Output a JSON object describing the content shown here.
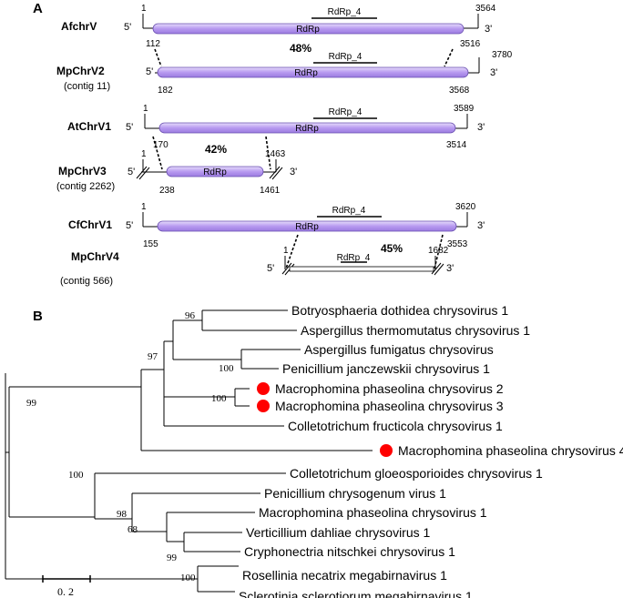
{
  "panel_a": {
    "label": "A",
    "genomes": [
      {
        "name": "AfchrV",
        "sub": "",
        "five_prime": "5'",
        "three_prime": "3'",
        "start": "1",
        "end": "3564",
        "orf_start": "112",
        "orf_end": "3516",
        "rdrp": "RdRp",
        "domain": "RdRp_4"
      },
      {
        "name": "MpChrV2",
        "sub": "(contig 11)",
        "five_prime": "5'",
        "three_prime": "3'",
        "start": "",
        "end": "3780",
        "orf_start": "182",
        "orf_end": "3568",
        "rdrp": "RdRp",
        "domain": "RdRp_4"
      },
      {
        "name": "AtChrV1",
        "sub": "",
        "five_prime": "5'",
        "three_prime": "3'",
        "start": "1",
        "end": "3589",
        "orf_start": "170",
        "orf_end": "3514",
        "rdrp": "RdRp",
        "domain": "RdRp_4"
      },
      {
        "name": "MpChrV3",
        "sub": "(contig 2262)",
        "five_prime": "5'",
        "three_prime": "3'",
        "start": "1",
        "end": "1463",
        "orf_start": "238",
        "orf_end": "1461",
        "rdrp": "RdRp",
        "domain": ""
      },
      {
        "name": "CfChrV1",
        "sub": "",
        "five_prime": "5'",
        "three_prime": "3'",
        "start": "1",
        "end": "3620",
        "orf_start": "155",
        "orf_end": "3553",
        "rdrp": "RdRp",
        "domain": "RdRp_4"
      },
      {
        "name": "MpChrV4",
        "sub": "(contig 566)",
        "five_prime": "5'",
        "three_prime": "3'",
        "start": "1",
        "end": "1682",
        "orf_start": "",
        "orf_end": "",
        "rdrp": "",
        "domain": "RdRp_4"
      }
    ],
    "identities": [
      "48%",
      "42%",
      "45%"
    ]
  },
  "panel_b": {
    "label": "B",
    "taxa": [
      "Botryosphaeria dothidea chrysovirus 1",
      "Aspergillus thermomutatus chrysovirus 1",
      "Aspergillus fumigatus chrysovirus",
      "Penicillium janczewskii chrysovirus 1",
      "Macrophomina phaseolina chrysovirus 2",
      "Macrophomina phaseolina chrysovirus 3",
      "Colletotrichum fructicola chrysovirus 1",
      "Macrophomina phaseolina chrysovirus 4",
      "Colletotrichum gloeosporioides chrysovirus 1",
      "Penicillium chrysogenum virus 1",
      "Macrophomina phaseolina chrysovirus 1",
      "Verticillium dahliae chrysovirus 1",
      "Cryphonectria nitschkei chrysovirus 1",
      "Rosellinia necatrix megabirnavirus 1",
      "Sclerotinia sclerotiorum megabirnavirus 1"
    ],
    "highlighted": [
      4,
      5,
      7
    ],
    "highlight_color": "#ff0000",
    "bootstraps": [
      "96",
      "100",
      "97",
      "100",
      "99",
      "100",
      "98",
      "68",
      "99",
      "100"
    ],
    "scale_label": "0. 2"
  },
  "colors": {
    "orf_fill": "#c8aef5",
    "orf_stroke": "#6a4fb0",
    "line": "#000000"
  }
}
